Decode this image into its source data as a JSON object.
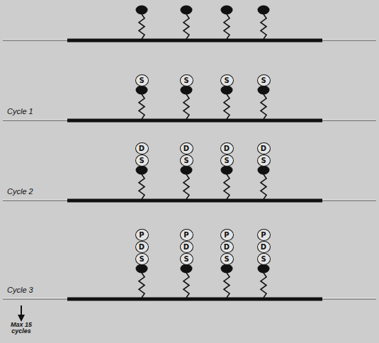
{
  "diagram": {
    "nodes": [
      {
        "text": [
          "S"
        ]
      },
      {
        "text": [
          "S"
        ]
      },
      {
        "text": [
          "S"
        ]
      },
      {
        "text": [
          "S"
        ]
      },
      {
        "text": [
          "D"
        ]
      },
      {
        "text": [
          "D"
        ]
      },
      {
        "text": [
          "D"
        ]
      },
      {
        "text": [
          "D"
        ]
      },
      {
        "text": [
          "S"
        ]
      },
      {
        "text": [
          "S"
        ]
      },
      {
        "text": [
          "S"
        ]
      },
      {
        "text": [
          "S"
        ]
      },
      {
        "text": [
          "P"
        ]
      },
      {
        "text": [
          "P"
        ]
      },
      {
        "text": [
          "P"
        ]
      },
      {
        "text": [
          "P"
        ]
      },
      {
        "text": [
          "D"
        ]
      },
      {
        "text": [
          "D"
        ]
      },
      {
        "text": [
          "D"
        ]
      },
      {
        "text": [
          "D"
        ]
      },
      {
        "text": [
          "S"
        ]
      },
      {
        "text": [
          "S"
        ]
      },
      {
        "text": [
          "S"
        ]
      },
      {
        "text": [
          "S"
        ]
      }
    ],
    "labels": [
      "Cycle 1",
      "Cycle 2",
      "Cycle 3",
      "Max 15 cycles"
    ]
  }
}
